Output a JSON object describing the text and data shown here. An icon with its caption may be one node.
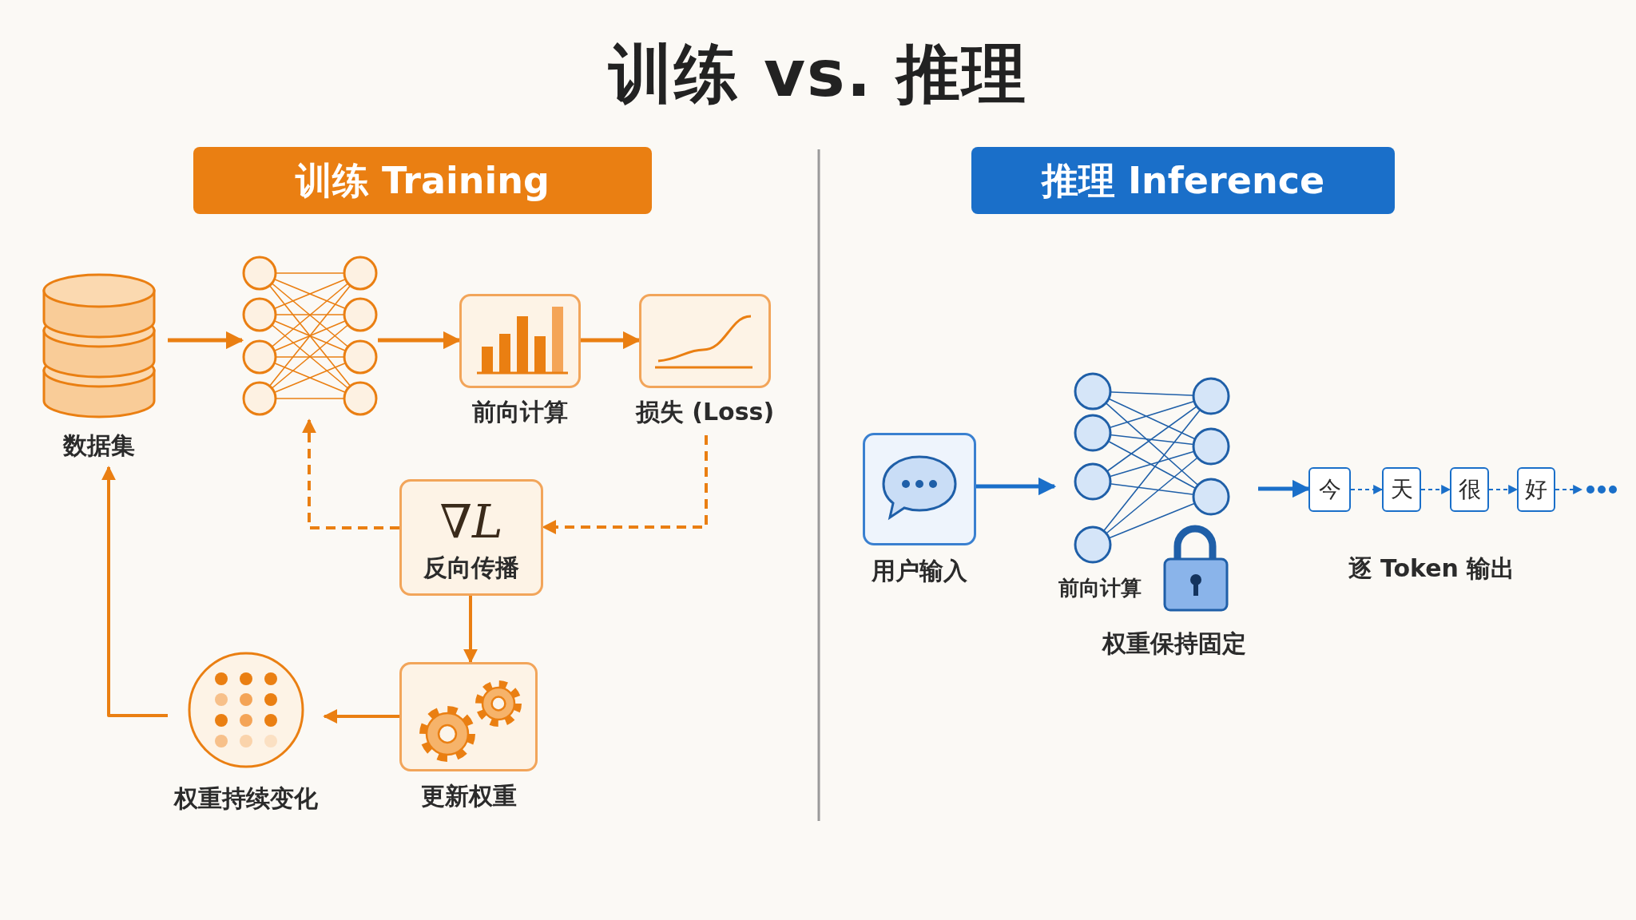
{
  "diagram": {
    "title": "训练 vs. 推理",
    "nodes": [
      {
        "text": [
          "训练 Training"
        ]
      },
      {
        "text": [
          "推理 Inference"
        ]
      },
      {
        "text": [
          "数据集"
        ]
      },
      {
        "text": [],
        "shape": "picture"
      },
      {
        "text": [
          "前向计算"
        ]
      },
      {
        "text": [
          "损失 (Loss)"
        ]
      },
      {
        "text": [
          "∇*L*",
          "反向传播"
        ]
      },
      {
        "text": [
          "更新权重"
        ]
      },
      {
        "text": [
          "权重持续变化"
        ]
      },
      {
        "text": [
          "用户输入"
        ]
      },
      {
        "text": [
          "前向计算",
          "权重保持固定"
        ]
      },
      {
        "text": [
          "今"
        ]
      },
      {
        "text": [
          "天"
        ]
      },
      {
        "text": [
          "很"
        ]
      },
      {
        "text": [
          "好"
        ]
      }
    ],
    "edges": [
      {
        "from": 2,
        "to": 3,
        "arrow": "to"
      },
      {
        "from": 3,
        "to": 4,
        "arrow": "to"
      },
      {
        "from": 4,
        "to": 5,
        "arrow": "to"
      },
      {
        "from": 5,
        "to": 6,
        "arrow": "to",
        "style": "dashed"
      },
      {
        "from": 6,
        "to": 3,
        "arrow": "to",
        "style": "dashed"
      },
      {
        "from": 6,
        "to": 7,
        "arrow": "to"
      },
      {
        "from": 7,
        "to": 8,
        "arrow": "to"
      },
      {
        "from": 8,
        "to": 2,
        "arrow": "to"
      },
      {
        "from": 9,
        "to": 10,
        "arrow": "to",
        "color": "#1a6fc9"
      },
      {
        "from": 10,
        "to": 11,
        "arrow": "to",
        "color": "#1a6fc9"
      },
      {
        "from": 11,
        "to": 12,
        "arrow": "to",
        "style": "dashed",
        "color": "#1a6fc9"
      },
      {
        "from": 12,
        "to": 13,
        "arrow": "to",
        "style": "dashed",
        "color": "#1a6fc9"
      },
      {
        "from": 13,
        "to": 14,
        "arrow": "to",
        "style": "dashed",
        "color": "#1a6fc9"
      },
      {
        "from": 14,
        "to": null,
        "arrow": "to",
        "style": "dashed",
        "color": "#1a6fc9"
      }
    ],
    "labels": [
      "逐 Token 输出"
    ]
  }
}
